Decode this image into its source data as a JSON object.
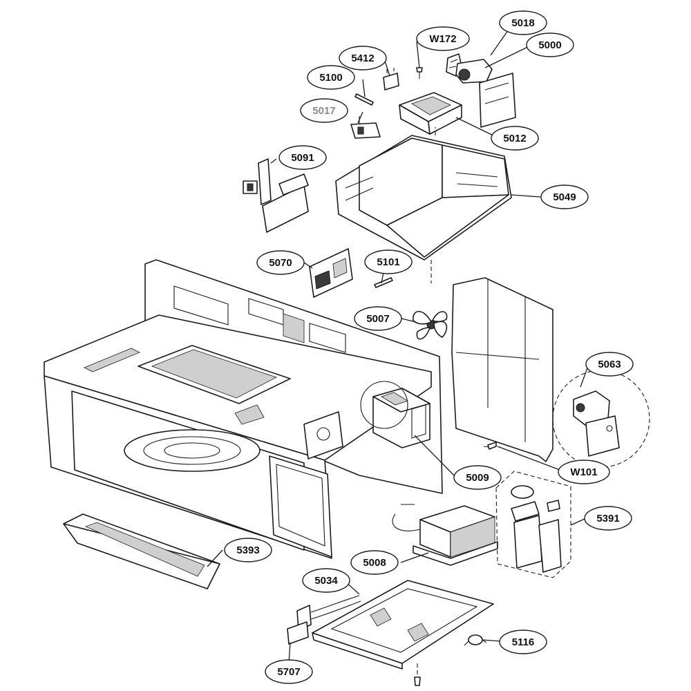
{
  "diagram": {
    "labels": {
      "p5018": "5018",
      "pW172": "W172",
      "p5000": "5000",
      "p5412": "5412",
      "p5100": "5100",
      "p5017": "5017",
      "p5012": "5012",
      "p5091": "5091",
      "p5049": "5049",
      "p5070": "5070",
      "p5101": "5101",
      "p5007": "5007",
      "p5063": "5063",
      "pW101": "W101",
      "p5009": "5009",
      "p5391": "5391",
      "p5393": "5393",
      "p5008": "5008",
      "p5034": "5034",
      "p5116": "5116",
      "p5707": "5707"
    }
  }
}
